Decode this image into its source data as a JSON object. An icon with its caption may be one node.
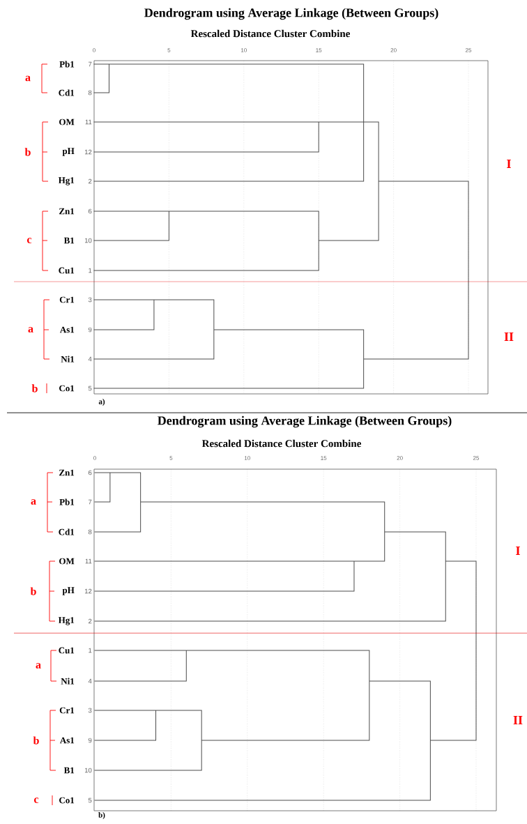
{
  "diagram": {
    "title": "Dendrogram using Average Linkage (Between Groups)",
    "labels": [
      "Rescaled Distance Cluster Combine",
      "0",
      "5",
      "10",
      "15",
      "20",
      "25",
      "Pb1",
      "7",
      "a",
      "Cd1",
      "8",
      "OM",
      "11",
      "b",
      "pH",
      "12",
      "I",
      "Hg1",
      "2",
      "Zn1",
      "6",
      "c",
      "B1",
      "10",
      "Cu1",
      "1",
      "Cr1",
      "3",
      "a",
      "As1",
      "9",
      "II",
      "Ni1",
      "4",
      "b",
      "Co1",
      "5",
      "a)",
      "Dendrogram using Average Linkage (Between Groups)",
      "Rescaled Distance Cluster Combine",
      "0",
      "5",
      "10",
      "15",
      "20",
      "25",
      "Zn1",
      "6",
      "a",
      "Pb1",
      "7",
      "Cd1",
      "8",
      "I",
      "OM",
      "11",
      "b",
      "pH",
      "12",
      "Hg1",
      "2",
      "Cu1",
      "1",
      "a",
      "Ni1",
      "4",
      "Cr1",
      "3",
      "II",
      "b",
      "As1",
      "9",
      "B1",
      "10",
      "c",
      "Co1",
      "5",
      "b)"
    ]
  }
}
